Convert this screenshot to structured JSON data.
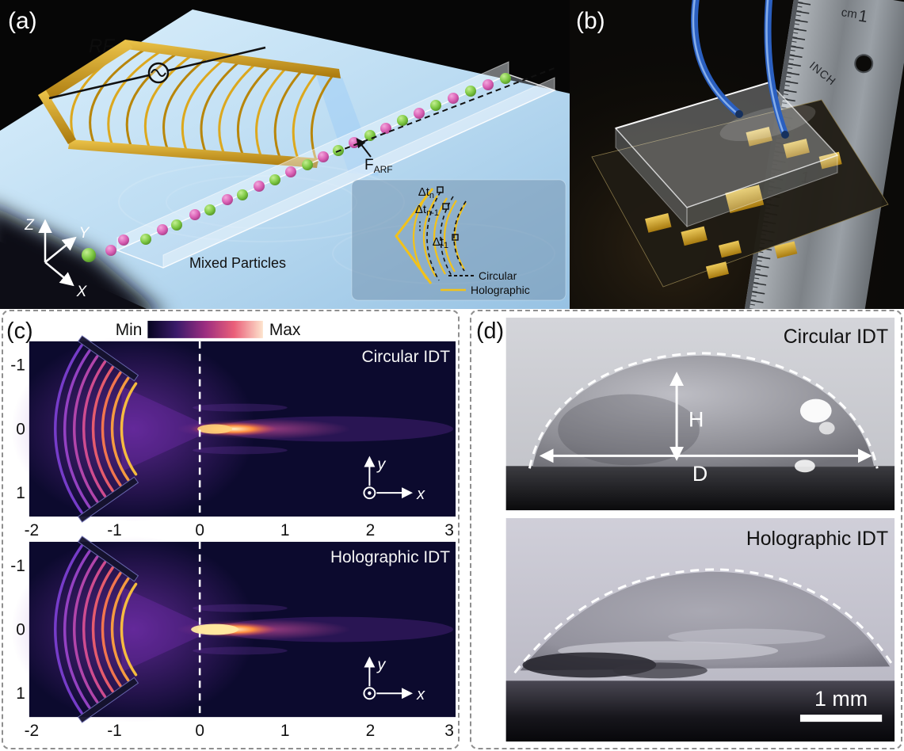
{
  "figure_type": "scientific-figure",
  "colors": {
    "idt_gold": "#d4a017",
    "particle_pink": "#d95fb4",
    "particle_green": "#7dc843",
    "substrate_blue": "#bcdcf2",
    "heatmap_background": "#0c0a2e",
    "beam_hot": "#ffc43d"
  },
  "panel_a": {
    "label": "(a)",
    "rf_label": "RF",
    "mixed_particles_label": "Mixed Particles",
    "force_label": {
      "base": "F",
      "sub": "ARF"
    },
    "axes": {
      "z": "Z",
      "y": "Y",
      "x": "X"
    },
    "inset": {
      "dt_n": {
        "base": "Δt",
        "sub": "n"
      },
      "dt_n_minus_1": {
        "base": "Δt",
        "sub": "n-1"
      },
      "dots": "⋮",
      "dt_1": {
        "base": "Δt",
        "sub": "1"
      },
      "legend": [
        {
          "label": "Circular",
          "style": "dashed-black"
        },
        {
          "label": "Holographic",
          "style": "solid-yellow"
        }
      ]
    }
  },
  "panel_b": {
    "label": "(b)",
    "ruler": {
      "unit_cm": "cm",
      "cm_number": "1",
      "unit_inch": "INCH",
      "mid_number": "1"
    }
  },
  "panel_c": {
    "label": "(c)",
    "colorbar": {
      "min": "Min",
      "max": "Max"
    },
    "plots": [
      {
        "title": "Circular IDT"
      },
      {
        "title": "Holographic IDT"
      }
    ],
    "x_ticks": [
      "-2",
      "-1",
      "0",
      "1",
      "2",
      "3"
    ],
    "y_ticks": [
      "-1",
      "0",
      "1"
    ],
    "axis_labels": {
      "x": "x",
      "y": "y"
    }
  },
  "panel_d": {
    "label": "(d)",
    "photos": [
      {
        "title": "Circular IDT",
        "height_label": "H",
        "diameter_label": "D"
      },
      {
        "title": "Holographic IDT",
        "scale_label": "1 mm"
      }
    ]
  },
  "chart_data": [
    {
      "type": "heatmap",
      "title": "Circular IDT",
      "xlabel": "x",
      "ylabel": "y",
      "xlim": [
        -2,
        3
      ],
      "ylim": [
        -1,
        1
      ],
      "x_ticks": [
        -2,
        -1,
        0,
        1,
        2,
        3
      ],
      "y_ticks": [
        -1,
        0,
        1
      ],
      "colorbar": {
        "min_label": "Min",
        "max_label": "Max"
      },
      "description": "Simulated acoustic pressure field of a circular focused IDT located near x = -1.5; focused beam along y = 0 for 0 < x < 1.5; white dashed reference line at x = 0."
    },
    {
      "type": "heatmap",
      "title": "Holographic IDT",
      "xlabel": "x",
      "ylabel": "y",
      "xlim": [
        -2,
        3
      ],
      "ylim": [
        -1,
        1
      ],
      "x_ticks": [
        -2,
        -1,
        0,
        1,
        2,
        3
      ],
      "y_ticks": [
        -1,
        0,
        1
      ],
      "colorbar": {
        "min_label": "Min",
        "max_label": "Max"
      },
      "description": "Simulated acoustic pressure field of a holographic IDT; tighter, brighter focal spot centered at x = 0, y = 0; white dashed reference line at x = 0."
    }
  ]
}
